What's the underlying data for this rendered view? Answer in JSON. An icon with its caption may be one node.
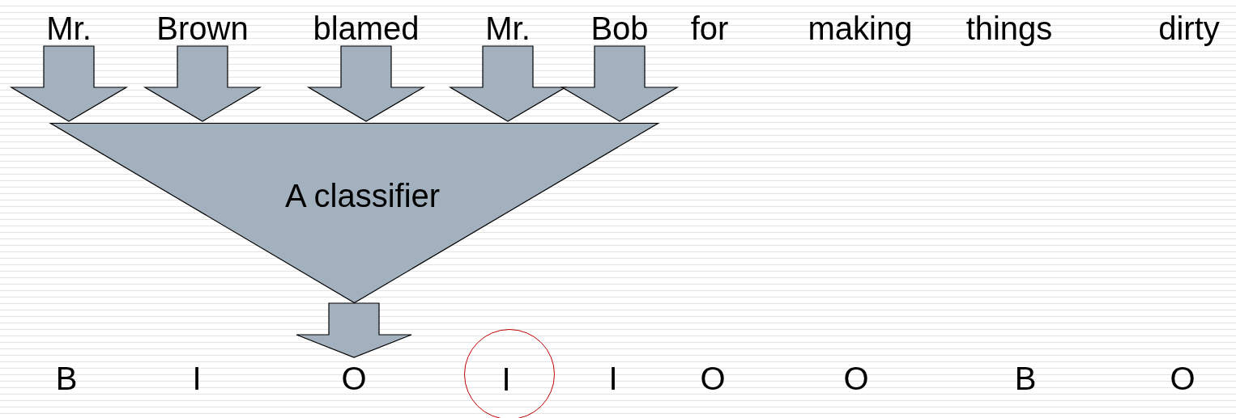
{
  "diagram": {
    "nodes": [
      {
        "text": [
          "Mr."
        ]
      },
      {
        "text": [
          "Brown"
        ]
      },
      {
        "text": [
          "blamed"
        ]
      },
      {
        "text": [
          "Mr."
        ]
      },
      {
        "text": [
          "Bob"
        ]
      },
      {
        "text": [
          "for"
        ]
      },
      {
        "text": [
          "making"
        ]
      },
      {
        "text": [
          "things"
        ]
      },
      {
        "text": [
          "dirty"
        ]
      },
      {
        "text": [
          "A classifier"
        ]
      },
      {
        "text": [
          "B"
        ]
      },
      {
        "text": [
          "I"
        ]
      },
      {
        "text": [
          "O"
        ]
      },
      {
        "text": [],
        "shape": "circle"
      },
      {
        "text": [
          "I"
        ],
        "in": 13
      },
      {
        "text": [
          "I"
        ]
      },
      {
        "text": [
          "O"
        ]
      },
      {
        "text": [
          "O"
        ]
      },
      {
        "text": [
          "B"
        ]
      },
      {
        "text": [
          "O"
        ]
      }
    ],
    "edges": [
      {
        "from": 0,
        "to": 9,
        "arrow": "to",
        "style": "thick"
      },
      {
        "from": 1,
        "to": 9,
        "arrow": "to",
        "style": "thick"
      },
      {
        "from": 2,
        "to": 9,
        "arrow": "to",
        "style": "thick"
      },
      {
        "from": 3,
        "to": 9,
        "arrow": "to",
        "style": "thick"
      },
      {
        "from": 4,
        "to": 9,
        "arrow": "to",
        "style": "thick"
      },
      {
        "from": 9,
        "to": 12,
        "arrow": "to",
        "style": "thick"
      }
    ]
  }
}
